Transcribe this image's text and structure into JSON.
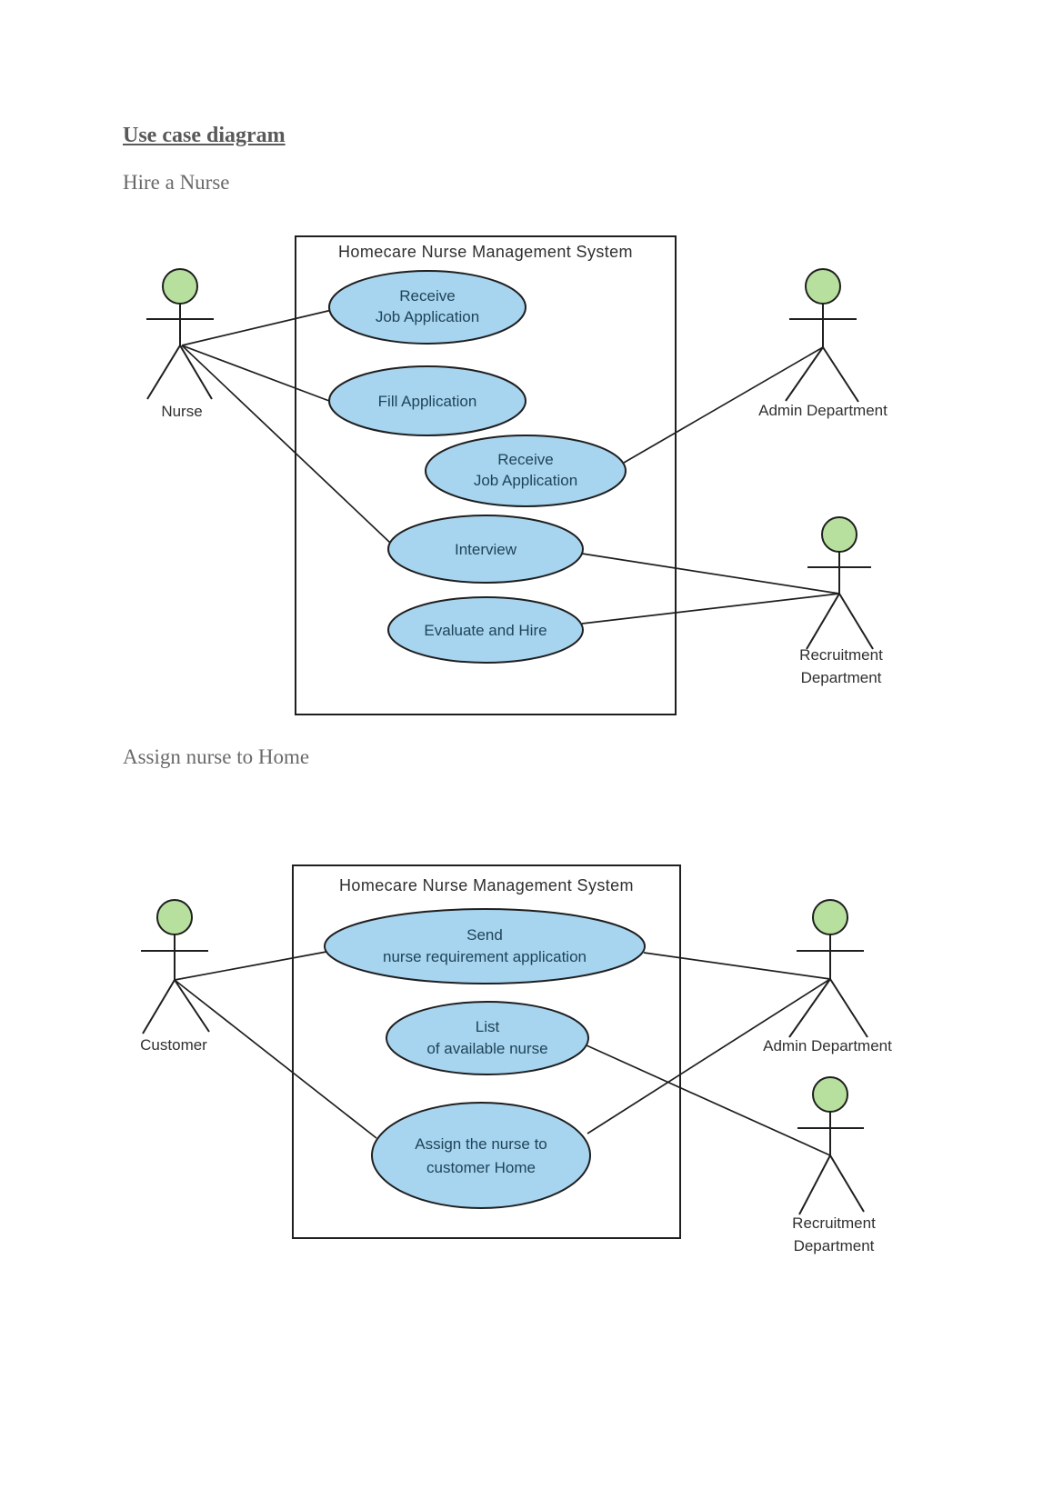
{
  "doc": {
    "title": "Use case diagram",
    "section1": "Hire a Nurse",
    "section2": "Assign nurse to Home"
  },
  "colors": {
    "usecase_fill": "#a7d4ef",
    "actor_head_fill": "#b7e09e",
    "outline": "#1f1f1f",
    "usecase_text": "#1f4459",
    "label_text": "#303030",
    "doc_title_text": "#595959",
    "doc_subtitle_text": "#696969"
  },
  "diagram1": {
    "system_title": "Homecare Nurse Management System",
    "usecases": [
      {
        "label_lines": [
          "Receive",
          "Job Application"
        ]
      },
      {
        "label_lines": [
          "Fill Application"
        ]
      },
      {
        "label_lines": [
          "Receive",
          "Job Application"
        ]
      },
      {
        "label_lines": [
          "Interview"
        ]
      },
      {
        "label_lines": [
          "Evaluate and Hire"
        ]
      }
    ],
    "actors": [
      {
        "label_lines": [
          "Nurse"
        ]
      },
      {
        "label_lines": [
          "Admin Department"
        ]
      },
      {
        "label_lines": [
          "Recruitment",
          "Department"
        ]
      }
    ]
  },
  "diagram2": {
    "system_title": "Homecare Nurse Management System",
    "usecases": [
      {
        "label_lines": [
          "Send",
          "nurse requirement application"
        ]
      },
      {
        "label_lines": [
          "List",
          "of available nurse"
        ]
      },
      {
        "label_lines": [
          "Assign the nurse to",
          "customer Home"
        ]
      }
    ],
    "actors": [
      {
        "label_lines": [
          "Customer"
        ]
      },
      {
        "label_lines": [
          "Admin Department"
        ]
      },
      {
        "label_lines": [
          "Recruitment",
          "Department"
        ]
      }
    ]
  }
}
